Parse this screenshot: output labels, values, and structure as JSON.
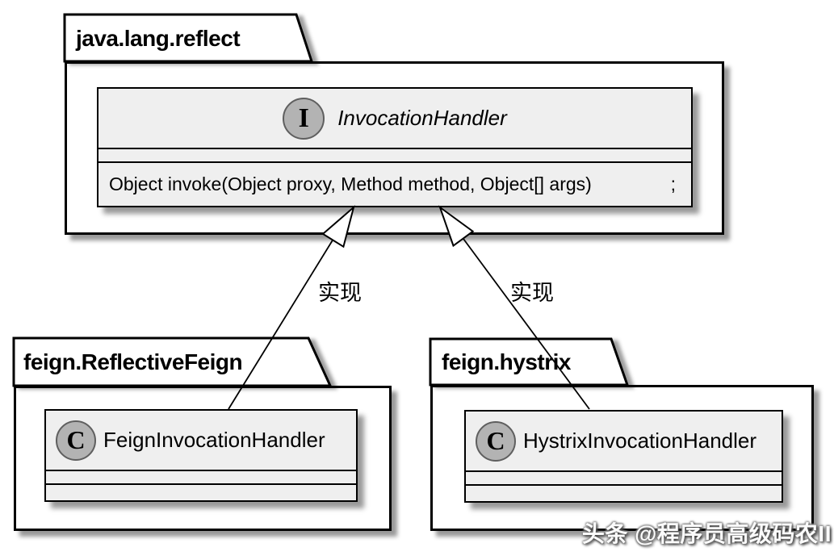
{
  "packages": [
    {
      "name": "java.lang.reflect"
    },
    {
      "name": "feign.ReflectiveFeign"
    },
    {
      "name": "feign.hystrix"
    }
  ],
  "interface_box": {
    "letter": "I",
    "name": "InvocationHandler",
    "method": "Object invoke(Object proxy, Method method, Object[] args)",
    "terminator": ";"
  },
  "classes": [
    {
      "letter": "C",
      "name": "FeignInvocationHandler"
    },
    {
      "letter": "C",
      "name": "HystrixInvocationHandler"
    }
  ],
  "relations": [
    {
      "label": "实现",
      "from": "FeignInvocationHandler",
      "to": "InvocationHandler",
      "type": "realization"
    },
    {
      "label": "实现",
      "from": "HystrixInvocationHandler",
      "to": "InvocationHandler",
      "type": "realization"
    }
  ],
  "watermark": {
    "text": "头条 @程序员高级码农II"
  },
  "colors": {
    "section_fill": "#efefef",
    "circle_fill": "#b3b3b3",
    "circle_border": "#5f5f5f",
    "line": "#000000"
  }
}
